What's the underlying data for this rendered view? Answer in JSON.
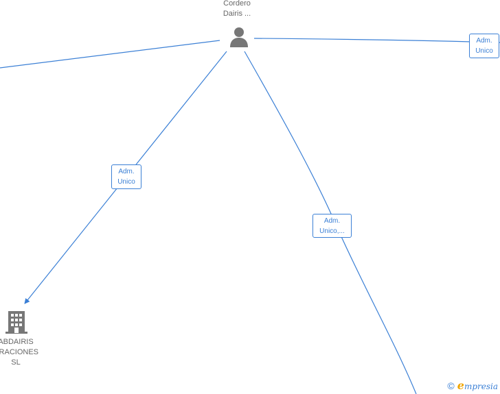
{
  "nodes": {
    "person": {
      "line1": "Cordero",
      "line2": "Dairis ..."
    },
    "company": {
      "line1": "ABDAIRIS",
      "line2": "ORACIONES",
      "line3": "SL"
    }
  },
  "edge_labels": {
    "right": {
      "line1": "Adm.",
      "line2": "Unico"
    },
    "left": {
      "line1": "Adm.",
      "line2": "Unico"
    },
    "center": {
      "line1": "Adm.",
      "line2": "Unico,..."
    }
  },
  "footer": {
    "copyright": "©",
    "brand_first": "e",
    "brand_rest": "mpresia"
  },
  "icons": {
    "person": "person-icon",
    "company": "building-icon"
  },
  "colors": {
    "edge": "#3a7fd5",
    "node_icon": "#777777",
    "label_text": "#666666"
  }
}
